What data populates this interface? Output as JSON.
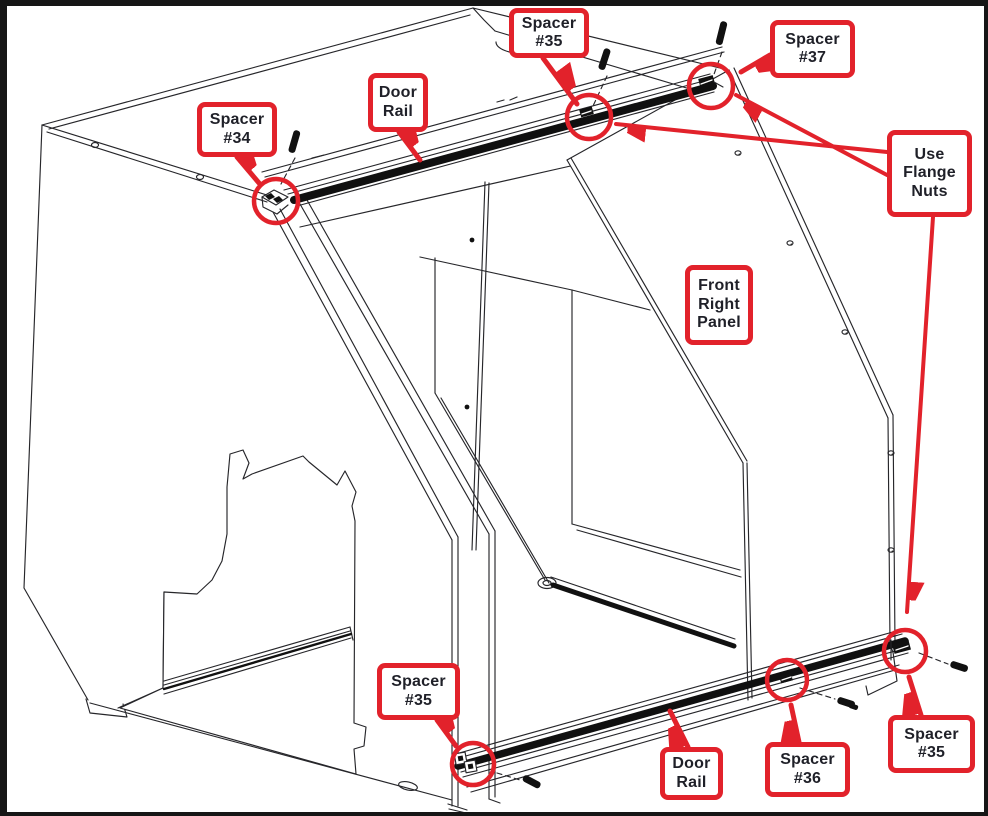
{
  "figure": {
    "type": "assembly-instruction-line-drawing",
    "subject": "cabinet frame isometric view with door rail and spacer locations"
  },
  "colors": {
    "annotation_red": "#e2222b",
    "drawing_line": "#26262a",
    "label_text": "#1f2028",
    "background": "#ffffff",
    "frame_border": "#161616"
  },
  "callouts": {
    "spacer_35_top": "Spacer\n#35",
    "spacer_37": "Spacer\n#37",
    "spacer_34": "Spacer\n#34",
    "door_rail_top": "Door\nRail",
    "use_flange_nuts": "Use\nFlange\nNuts",
    "front_right_panel": "Front\nRight\nPanel",
    "spacer_35_bottom_left": "Spacer\n#35",
    "door_rail_bottom": "Door\nRail",
    "spacer_36": "Spacer\n#36",
    "spacer_35_bottom_right": "Spacer\n#35"
  }
}
